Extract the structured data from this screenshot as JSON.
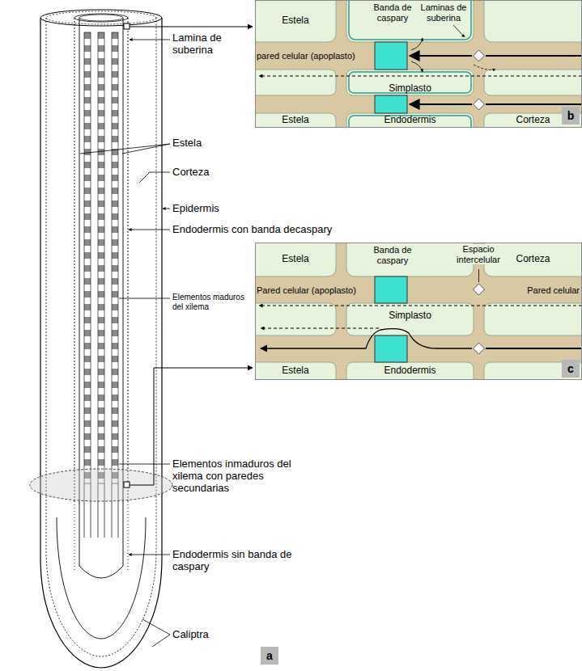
{
  "diagram": {
    "nodes": [
      {
        "text": [
          "Estela"
        ]
      },
      {
        "text": [
          "Simplasto"
        ]
      },
      {
        "text": [
          "Estela"
        ]
      },
      {
        "text": [
          "Endodermis"
        ]
      },
      {
        "text": [
          "Corteza"
        ]
      },
      {
        "text": [
          "b"
        ]
      },
      {
        "text": [
          "Estela"
        ]
      },
      {
        "text": [
          "Corteza"
        ]
      },
      {
        "text": [
          "Simplasto"
        ]
      },
      {
        "text": [
          "Estela"
        ]
      },
      {
        "text": [
          "Endodermis"
        ]
      },
      {
        "text": [
          "c"
        ]
      },
      {
        "text": [
          "a"
        ]
      }
    ],
    "labels": [
      "Lamina de suberina",
      "Estela",
      "Corteza",
      "Epidermis",
      "Endodermis con banda decaspary",
      "Elementos maduros del xilema",
      "Elementos inmaduros del xilema con paredes secundarias",
      "Endodermis sin banda de caspary",
      "Caliptra",
      "Banda de caspary",
      "Laminas de suberina",
      "pared celular (apoplasto)",
      "Banda de caspary",
      "Espacio intercelular",
      "Pared celular (apoplasto)",
      "Pared celular"
    ]
  }
}
